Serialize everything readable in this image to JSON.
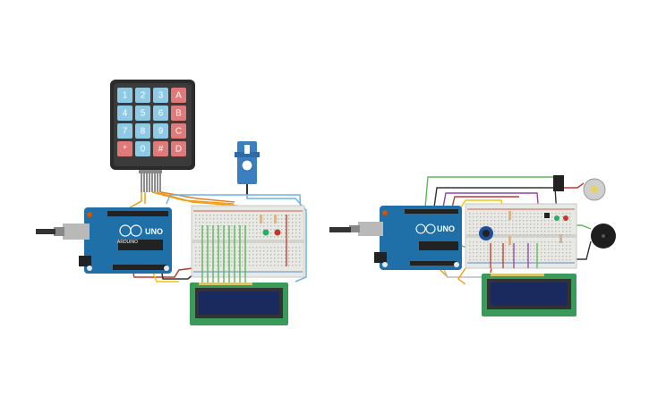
{
  "keypad": {
    "keys": [
      "1",
      "2",
      "3",
      "A",
      "4",
      "5",
      "6",
      "B",
      "7",
      "8",
      "9",
      "C",
      "*",
      "0",
      "#",
      "D"
    ],
    "number_key_color": "#8ecae6",
    "letter_key_color": "#e07a7a"
  },
  "arduino_labels": {
    "board_model": "UNO",
    "brand": "ARDUINO"
  },
  "colors": {
    "board_blue": "#1f6fa8",
    "breadboard": "#e8e8e4",
    "lcd_frame": "#3a9a5a",
    "lcd_screen": "#1b2a5e",
    "wire_orange": "#f39c12",
    "wire_green": "#5cb85c",
    "wire_yellow": "#f1c40f",
    "wire_red": "#c0392b",
    "wire_purple": "#8e44ad",
    "wire_gray": "#7f8c8d"
  }
}
